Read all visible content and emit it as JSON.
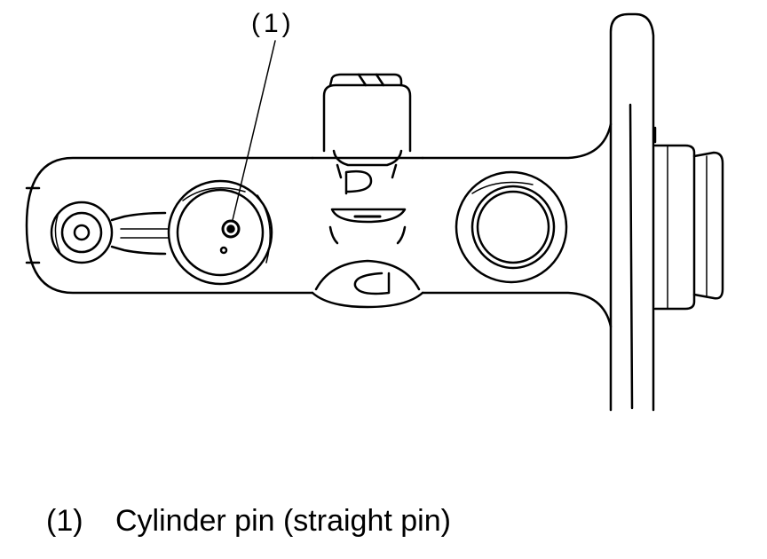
{
  "callout": {
    "label": "(1)"
  },
  "caption": {
    "number": "(1)",
    "text": "Cylinder pin (straight pin)"
  }
}
